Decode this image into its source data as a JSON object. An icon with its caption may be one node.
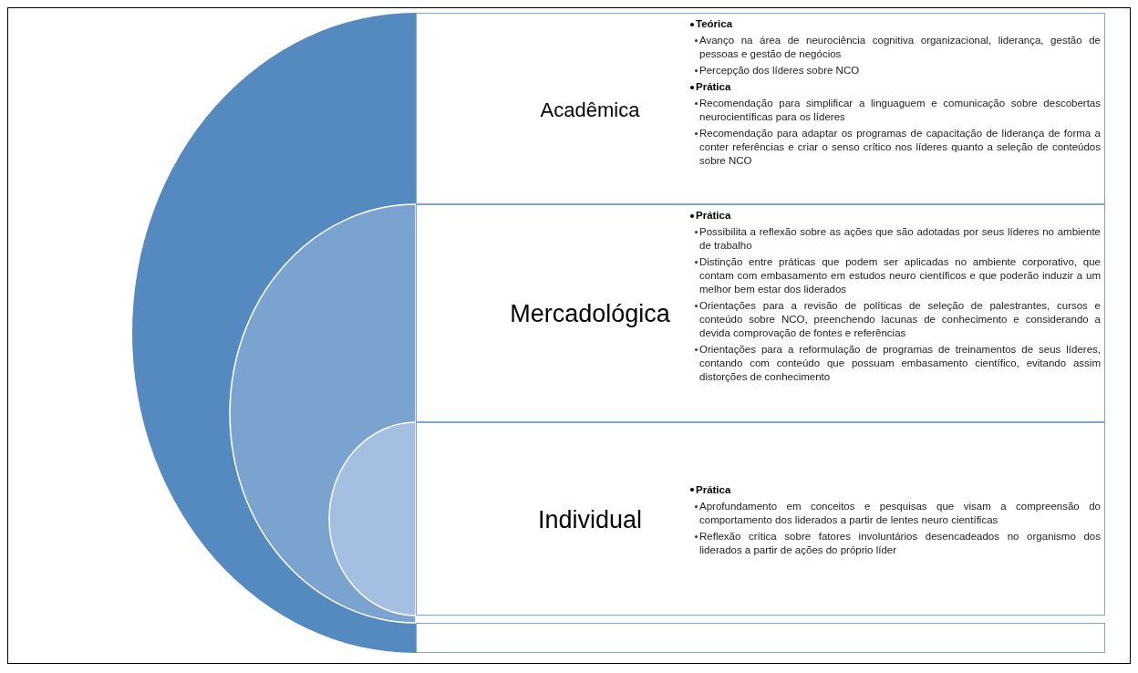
{
  "diagram": {
    "nodes": [
      {
        "text": [
          "Acadêmica"
        ]
      },
      {
        "text": [
          "Teórica",
          "Avanço na área de neurociência cognitiva organizacional, liderança, gestão de pessoas e gestão de negócios",
          "Percepção dos líderes sobre NCO"
        ],
        "in": 0
      },
      {
        "text": [
          "Prática",
          "Recomendação para simplificar a linguaguem e comunicação sobre descobertas neurocientíficas para os líderes",
          "Recomendação para adaptar os programas de capacitação de liderança de forma a conter referências e criar o senso crítico nos líderes quanto a seleção de conteúdos sobre NCO"
        ],
        "in": 0
      },
      {
        "text": [
          "Mercadológica"
        ]
      },
      {
        "text": [
          "Prática",
          "Possibilita a reflexão sobre as ações que são adotadas por seus líderes no ambiente de trabalho",
          "Distinção entre práticas que podem ser aplicadas no ambiente corporativo, que contam com embasamento em estudos neuro científicos e que poderão induzir a um melhor bem estar dos liderados",
          "Orientações para a revisão de políticas de seleção de palestrantes, cursos e conteúdo sobre NCO, preenchendo lacunas de conhecimento e considerando a devida comprovação de fontes e referências",
          "Orientações para a reformulação de programas de treinamentos de seus líderes, contando com conteúdo que possuam embasamento científico, evitando assim distorções de conhecimento"
        ],
        "in": 3
      },
      {
        "text": [
          "Individual"
        ]
      },
      {
        "text": [
          "Prática",
          "Aprofundamento em conceitos e pesquisas que visam a compreensão do comportamento dos liderados a partir de lentes neuro científicas",
          "Reflexão crítica sobre fatores involuntários desencadeados no organismo dos liderados a partir de ações do próprio líder"
        ],
        "in": 5
      },
      {
        "text": [],
        "shape": "box"
      }
    ]
  }
}
